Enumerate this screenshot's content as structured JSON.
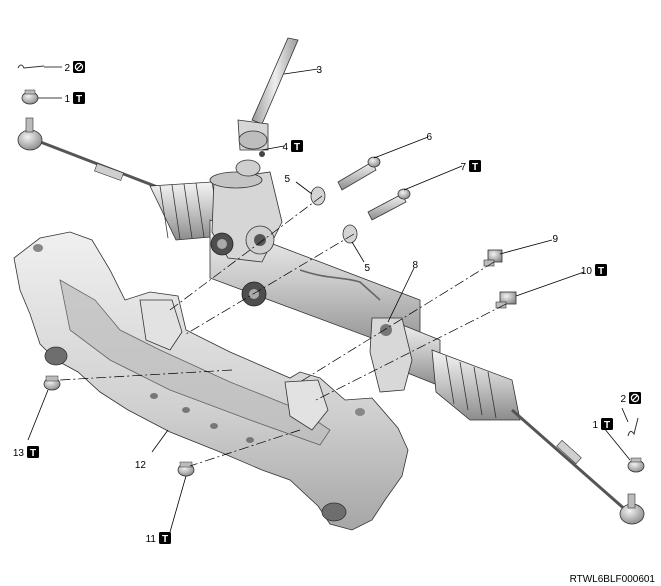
{
  "diagram": {
    "code": "RTWL6BLF000601",
    "callouts": [
      {
        "id": "c2a",
        "number": "2",
        "symbol": "prohibit"
      },
      {
        "id": "c1a",
        "number": "1",
        "symbol": "torque"
      },
      {
        "id": "c3",
        "number": "3",
        "symbol": ""
      },
      {
        "id": "c4",
        "number": "4",
        "symbol": "torque"
      },
      {
        "id": "c6",
        "number": "6",
        "symbol": ""
      },
      {
        "id": "c7",
        "number": "7",
        "symbol": "torque"
      },
      {
        "id": "c5a",
        "number": "5",
        "symbol": ""
      },
      {
        "id": "c5b",
        "number": "5",
        "symbol": ""
      },
      {
        "id": "c9",
        "number": "9",
        "symbol": ""
      },
      {
        "id": "c8",
        "number": "8",
        "symbol": ""
      },
      {
        "id": "c10",
        "number": "10",
        "symbol": "torque"
      },
      {
        "id": "c2b",
        "number": "2",
        "symbol": "prohibit"
      },
      {
        "id": "c1b",
        "number": "1",
        "symbol": "torque"
      },
      {
        "id": "c13",
        "number": "13",
        "symbol": "torque"
      },
      {
        "id": "c12",
        "number": "12",
        "symbol": ""
      },
      {
        "id": "c11",
        "number": "11",
        "symbol": "torque"
      }
    ],
    "symbols": {
      "torque": "T",
      "prohibit": "⊘"
    }
  }
}
